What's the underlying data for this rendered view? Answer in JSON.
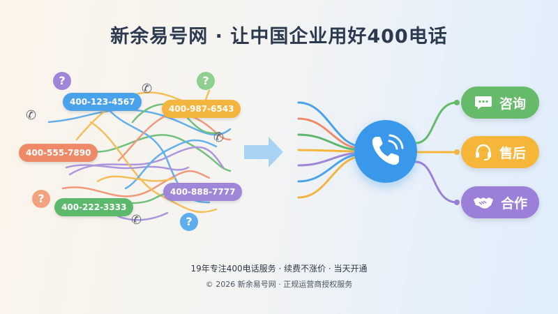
{
  "title": "新余易号网 · 让中国企业用好400电话",
  "numbers": [
    {
      "text": "400-123-4567",
      "color": "#4aa3ea"
    },
    {
      "text": "400-987-6543",
      "color": "#f4b53f"
    },
    {
      "text": "400-555-7890",
      "color": "#ef8a68"
    },
    {
      "text": "400-888-7777",
      "color": "#a086d8"
    },
    {
      "text": "400-222-3333",
      "color": "#5cb86a"
    }
  ],
  "question_mark": "?",
  "outcomes": [
    {
      "label": "咨询",
      "icon": "chat-icon",
      "color": "#66bb6a"
    },
    {
      "label": "售后",
      "icon": "headset-icon",
      "color": "#f6b63a"
    },
    {
      "label": "合作",
      "icon": "handshake-icon",
      "color": "#9b7fd9"
    }
  ],
  "footer_line1": "19年专注400电话服务 · 续费不涨价 · 当天开通",
  "footer_line2": "© 2026 新余易号网 · 正规运营商授权服务"
}
